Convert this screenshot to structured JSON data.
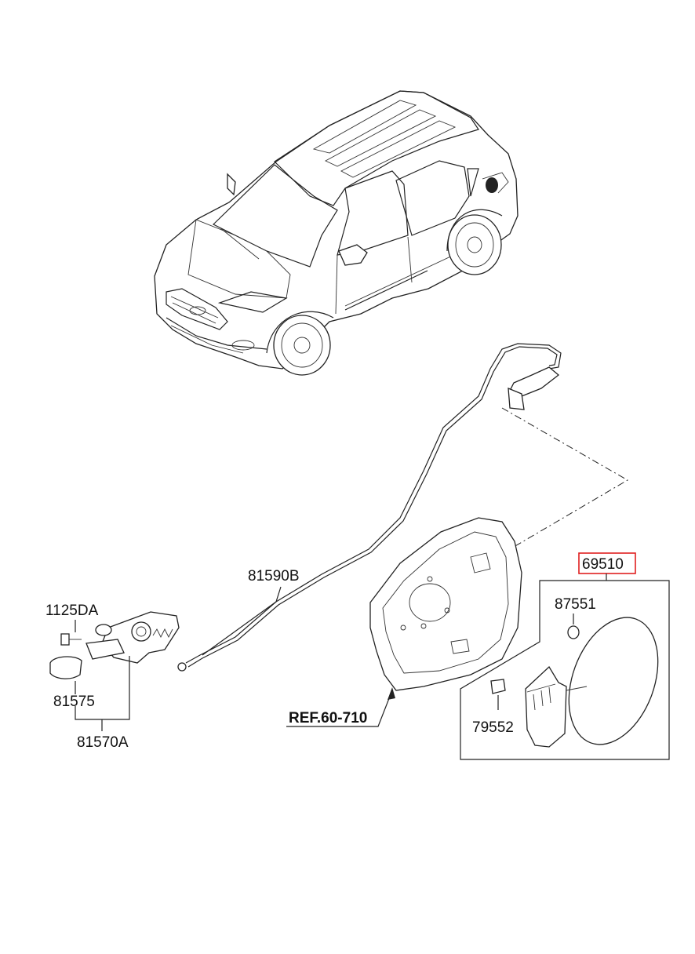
{
  "parts": {
    "p1125DA": "1125DA",
    "p81575": "81575",
    "p81570A": "81570A",
    "p81590B": "81590B",
    "ref": "REF.60-710",
    "p69510": "69510",
    "p87551": "87551",
    "p79552": "79552"
  },
  "colors": {
    "highlight_box": "#e02020",
    "line": "#222222"
  }
}
